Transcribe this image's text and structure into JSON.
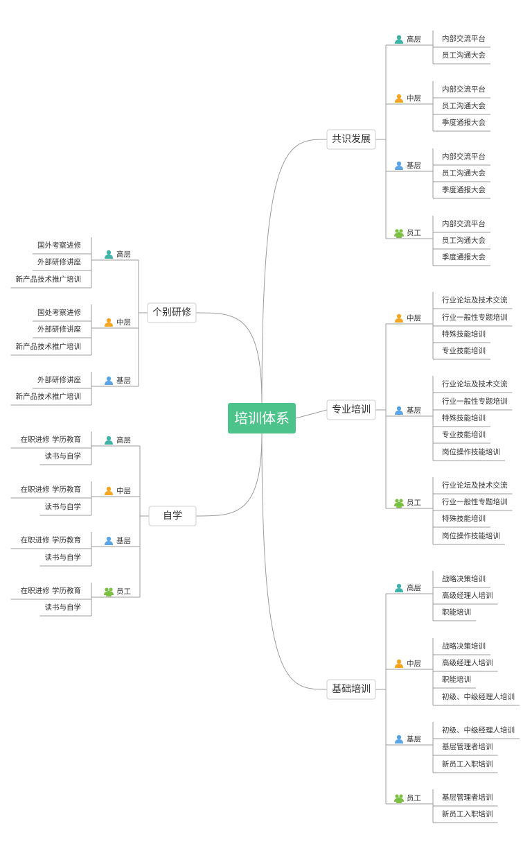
{
  "colors": {
    "root_fill": "#4cc38a",
    "line": "#9b9b9b",
    "box_border": "#cfcfcf",
    "icon_gao": "#3fb3a8",
    "icon_zhong": "#f5a623",
    "icon_ji": "#5aa5e6",
    "icon_yuangong": "#7bc043"
  },
  "root": {
    "label": "培训体系"
  },
  "branches": [
    {
      "label": "共识发展",
      "levels": [
        {
          "label": "高层",
          "icon": "person-icon",
          "items": [
            "内部交流平台",
            "员工沟通大会"
          ]
        },
        {
          "label": "中层",
          "icon": "person-icon",
          "items": [
            "内部交流平台",
            "员工沟通大会",
            "季度通报大会"
          ]
        },
        {
          "label": "基层",
          "icon": "person-icon",
          "items": [
            "内部交流平台",
            "员工沟通大会",
            "季度通报大会"
          ]
        },
        {
          "label": "员工",
          "icon": "group-icon",
          "items": [
            "内部交流平台",
            "员工沟通大会",
            "季度通报大会"
          ]
        }
      ]
    },
    {
      "label": "专业培训",
      "levels": [
        {
          "label": "中层",
          "icon": "person-icon",
          "items": [
            "行业论坛及技术交流",
            "行业一般性专题培训",
            "特殊技能培训",
            "专业技能培训"
          ]
        },
        {
          "label": "基层",
          "icon": "person-icon",
          "items": [
            "行业论坛及技术交流",
            "行业一般性专题培训",
            "特殊技能培训",
            "专业技能培训",
            "岗位操作技能培训"
          ]
        },
        {
          "label": "员工",
          "icon": "group-icon",
          "items": [
            "行业论坛及技术交流",
            "行业一般性专题培训",
            "特殊技能培训",
            "岗位操作技能培训"
          ]
        }
      ]
    },
    {
      "label": "基础培训",
      "levels": [
        {
          "label": "高层",
          "icon": "person-icon",
          "items": [
            "战略决策培训",
            "高级经理人培训",
            "职能培训"
          ]
        },
        {
          "label": "中层",
          "icon": "person-icon",
          "items": [
            "战略决策培训",
            "高级经理人培训",
            "职能培训",
            "初级、中级经理人培训"
          ]
        },
        {
          "label": "基层",
          "icon": "person-icon",
          "items": [
            "初级、中级经理人培训",
            "基层管理者培训",
            "新员工入职培训"
          ]
        },
        {
          "label": "员工",
          "icon": "group-icon",
          "items": [
            "基层管理者培训",
            "新员工入职培训"
          ]
        }
      ]
    },
    {
      "label": "个别研修",
      "levels": [
        {
          "label": "高层",
          "icon": "person-icon",
          "items": [
            "国外考察进修",
            "外部研修讲座",
            "新产品技术推广培训"
          ]
        },
        {
          "label": "中层",
          "icon": "person-icon",
          "items": [
            "国处考察进修",
            "外部研修讲座",
            "新产品技术推广培训"
          ]
        },
        {
          "label": "基层",
          "icon": "person-icon",
          "items": [
            "外部研修讲座",
            "新产品技术推广培训"
          ]
        }
      ]
    },
    {
      "label": "自学",
      "levels": [
        {
          "label": "高层",
          "icon": "person-icon",
          "items": [
            "在职进修 学历教育",
            "读书与自学"
          ]
        },
        {
          "label": "中层",
          "icon": "person-icon",
          "items": [
            "在职进修 学历教育",
            "读书与自学"
          ]
        },
        {
          "label": "基层",
          "icon": "person-icon",
          "items": [
            "在职进修 学历教育",
            "读书与自学"
          ]
        },
        {
          "label": "员工",
          "icon": "group-icon",
          "items": [
            "在职进修 学历教育",
            "读书与自学"
          ]
        }
      ]
    }
  ]
}
